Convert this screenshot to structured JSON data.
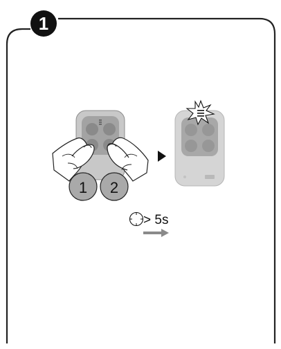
{
  "step": {
    "number": "1"
  },
  "buttons": [
    {
      "label": "1"
    },
    {
      "label": "2"
    }
  ],
  "timer": {
    "text": "> 5s"
  },
  "icons": {
    "step_badge": "step-number-badge",
    "hands": "hands-pressing-remote",
    "play": "play-arrow-icon",
    "flash": "led-flash-icon",
    "clock": "clock-icon",
    "direction": "right-arrow-icon"
  },
  "colors": {
    "frame": "#222222",
    "remote_body": "#c9c9c9",
    "remote_face": "#9d9d9d",
    "button_fill": "#8a8a8a",
    "circle_fill": "#a9a9a9",
    "arrow": "#8a8a8a"
  }
}
